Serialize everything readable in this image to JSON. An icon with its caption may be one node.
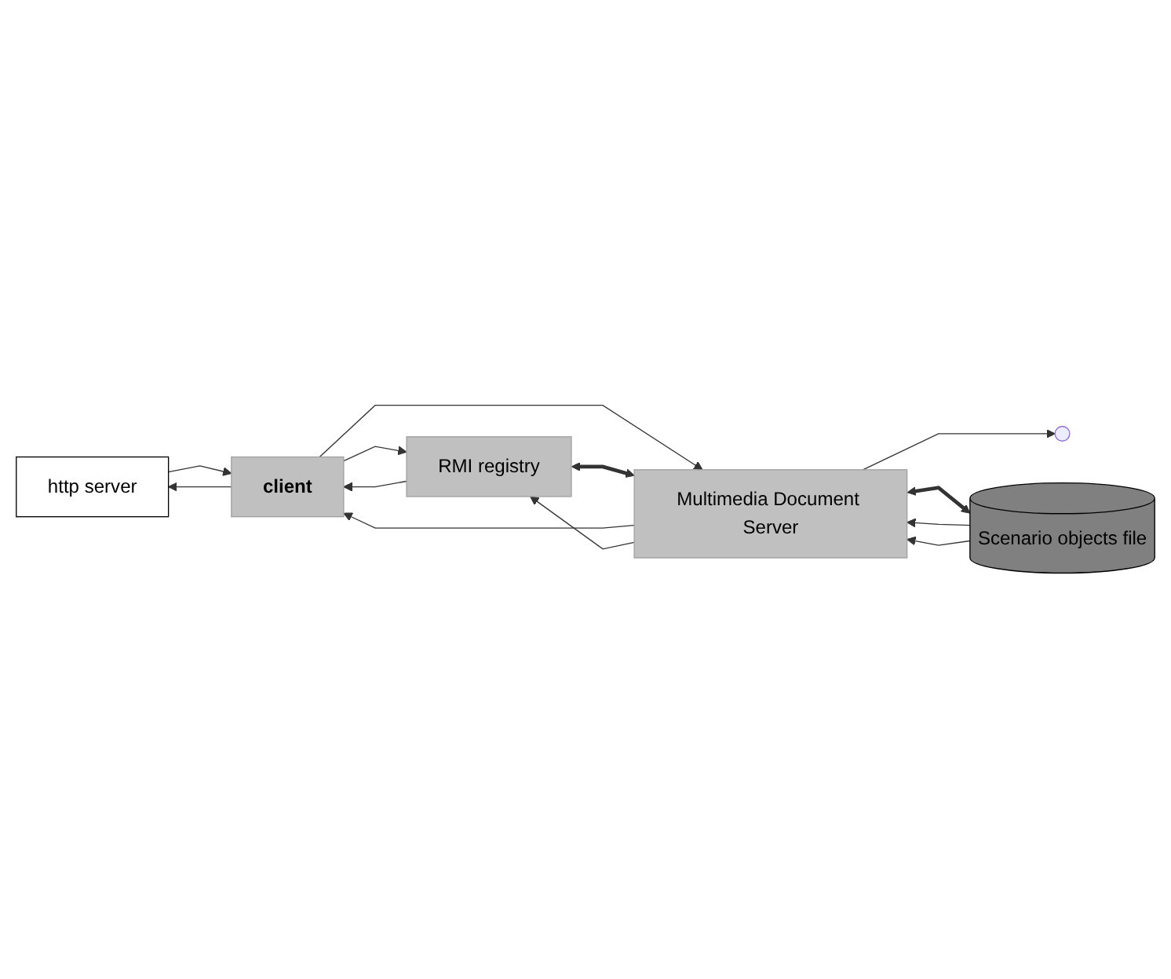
{
  "diagram": {
    "nodes": [
      {
        "text": [
          "http server"
        ]
      },
      {
        "text": [
          "RMI registry"
        ]
      },
      {
        "text": [
          "Multimedia Document Server"
        ]
      },
      {
        "text": [
          "Scenario objects file"
        ]
      },
      {
        "text": [
          "client"
        ]
      }
    ],
    "edges": [
      {
        "from": 4,
        "to": 0,
        "arrow": "to"
      },
      {
        "from": 0,
        "to": 4,
        "arrow": "to"
      },
      {
        "from": 4,
        "to": 1,
        "arrow": "to"
      },
      {
        "from": 1,
        "to": 4,
        "arrow": "to"
      },
      {
        "from": 4,
        "to": 2,
        "arrow": "to"
      },
      {
        "from": 2,
        "to": 4,
        "arrow": "to"
      },
      {
        "from": 2,
        "to": null,
        "arrow": "to"
      },
      {
        "from": 1,
        "to": 2,
        "arrow": "both",
        "style": "thick"
      },
      {
        "from": 2,
        "to": 1,
        "arrow": "to"
      },
      {
        "from": 2,
        "to": 3,
        "arrow": "both",
        "style": "thick"
      },
      {
        "from": 3,
        "to": 2,
        "arrow": "to"
      },
      {
        "from": 3,
        "to": 2,
        "arrow": "to"
      }
    ]
  }
}
